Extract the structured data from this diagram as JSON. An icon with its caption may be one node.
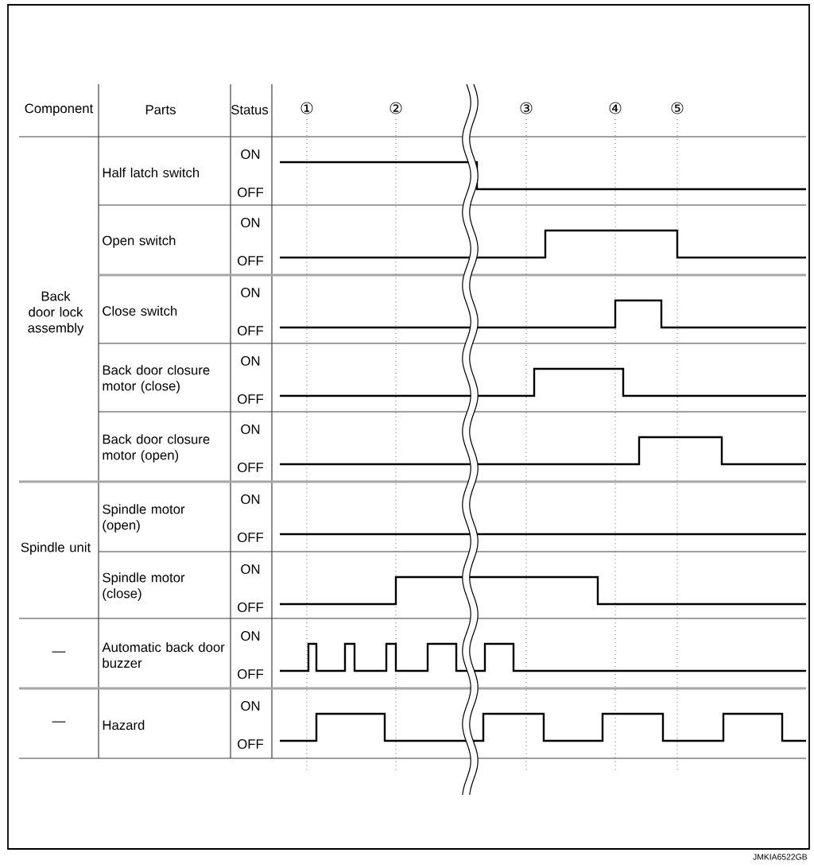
{
  "diagram": {
    "labels": [
      "Component",
      "Parts",
      "Status",
      "①",
      "②",
      "③",
      "④",
      "⑤",
      "Back door lock assembly",
      "Half latch switch",
      "ON",
      "OFF",
      "Open switch",
      "ON",
      "OFF",
      "Close switch",
      "ON",
      "OFF",
      "Back door closure motor (close)",
      "ON",
      "OFF",
      "Back door closure motor (open)",
      "ON",
      "OFF",
      "Spindle unit",
      "Spindle motor (open)",
      "ON",
      "OFF",
      "Spindle motor (close)",
      "ON",
      "OFF",
      "—",
      "Automatic back door buzzer",
      "ON",
      "OFF",
      "—",
      "Hazard",
      "ON",
      "OFF",
      "JMKIA6522GB"
    ]
  }
}
